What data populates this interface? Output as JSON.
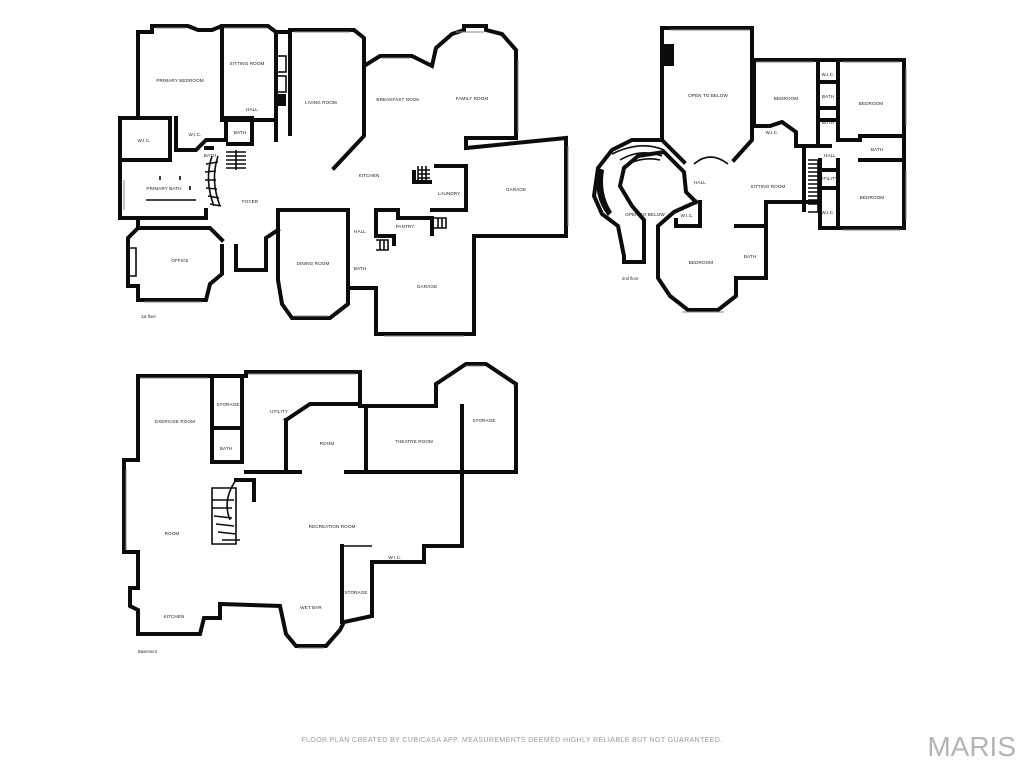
{
  "floors": [
    {
      "id": "first",
      "label": "1st floor",
      "rooms": [
        {
          "id": "primary-bedroom",
          "label": "PRIMARY BEDROOM"
        },
        {
          "id": "sitting-room",
          "label": "SITTING ROOM"
        },
        {
          "id": "hall-1",
          "label": "HALL"
        },
        {
          "id": "living-room",
          "label": "LIVING ROOM"
        },
        {
          "id": "breakfast-nook",
          "label": "BREAKFAST NOOK"
        },
        {
          "id": "family-room",
          "label": "FAMILY ROOM"
        },
        {
          "id": "wic-1",
          "label": "W.I.C."
        },
        {
          "id": "wic-2",
          "label": "W.I.C."
        },
        {
          "id": "bath-1",
          "label": "BATH"
        },
        {
          "id": "bath-2",
          "label": "BATH"
        },
        {
          "id": "primary-bath",
          "label": "PRIMARY BATH"
        },
        {
          "id": "kitchen",
          "label": "KITCHEN"
        },
        {
          "id": "laundry",
          "label": "LAUNDRY"
        },
        {
          "id": "garage-1",
          "label": "GARAGE"
        },
        {
          "id": "foyer",
          "label": "FOYER"
        },
        {
          "id": "office",
          "label": "OFFICE"
        },
        {
          "id": "dining-room",
          "label": "DINING ROOM"
        },
        {
          "id": "hall-2",
          "label": "HALL"
        },
        {
          "id": "pantry",
          "label": "PANTRY"
        },
        {
          "id": "bath-3",
          "label": "BATH"
        },
        {
          "id": "garage-2",
          "label": "GARAGE"
        }
      ]
    },
    {
      "id": "second",
      "label": "2nd floor",
      "rooms": [
        {
          "id": "open-to-below-1",
          "label": "OPEN TO BELOW"
        },
        {
          "id": "bedroom-1",
          "label": "BEDROOM"
        },
        {
          "id": "bedroom-2",
          "label": "BEDROOM"
        },
        {
          "id": "wic-3",
          "label": "W.I.C."
        },
        {
          "id": "bath-4",
          "label": "BATH"
        },
        {
          "id": "bath-5",
          "label": "BATH"
        },
        {
          "id": "wic-4",
          "label": "W.I.C."
        },
        {
          "id": "bath-6",
          "label": "BATH"
        },
        {
          "id": "hall-3",
          "label": "HALL"
        },
        {
          "id": "hall-4",
          "label": "HALL"
        },
        {
          "id": "sitting-room-2",
          "label": "SITTING ROOM"
        },
        {
          "id": "utility-1",
          "label": "UTILITY"
        },
        {
          "id": "bedroom-3",
          "label": "BEDROOM"
        },
        {
          "id": "open-to-below-2",
          "label": "OPEN TO BELOW"
        },
        {
          "id": "wic-5",
          "label": "W.I.C."
        },
        {
          "id": "wic-6",
          "label": "W.I.C."
        },
        {
          "id": "bedroom-4",
          "label": "BEDROOM"
        },
        {
          "id": "bath-7",
          "label": "BATH"
        }
      ]
    },
    {
      "id": "basement",
      "label": "Basement",
      "rooms": [
        {
          "id": "storage-1",
          "label": "STORAGE"
        },
        {
          "id": "exercise-room",
          "label": "EXERCISE ROOM"
        },
        {
          "id": "utility-2",
          "label": "UTILITY"
        },
        {
          "id": "bath-8",
          "label": "BATH"
        },
        {
          "id": "room-1",
          "label": "ROOM"
        },
        {
          "id": "theatre-room",
          "label": "THEATRE ROOM"
        },
        {
          "id": "storage-2",
          "label": "STORAGE"
        },
        {
          "id": "room-2",
          "label": "ROOM"
        },
        {
          "id": "recreation-room",
          "label": "RECREATION ROOM"
        },
        {
          "id": "wic-7",
          "label": "W.I.C."
        },
        {
          "id": "storage-3",
          "label": "STORAGE"
        },
        {
          "id": "wet-bar",
          "label": "WET BAR"
        },
        {
          "id": "kitchen-2",
          "label": "KITCHEN"
        }
      ]
    }
  ],
  "footer": {
    "credit": "FLOOR PLAN CREATED BY CUBICASA APP. MEASUREMENTS DEEMED HIGHLY RELIABLE BUT NOT GUARANTEED.",
    "brand": "MARIS"
  }
}
